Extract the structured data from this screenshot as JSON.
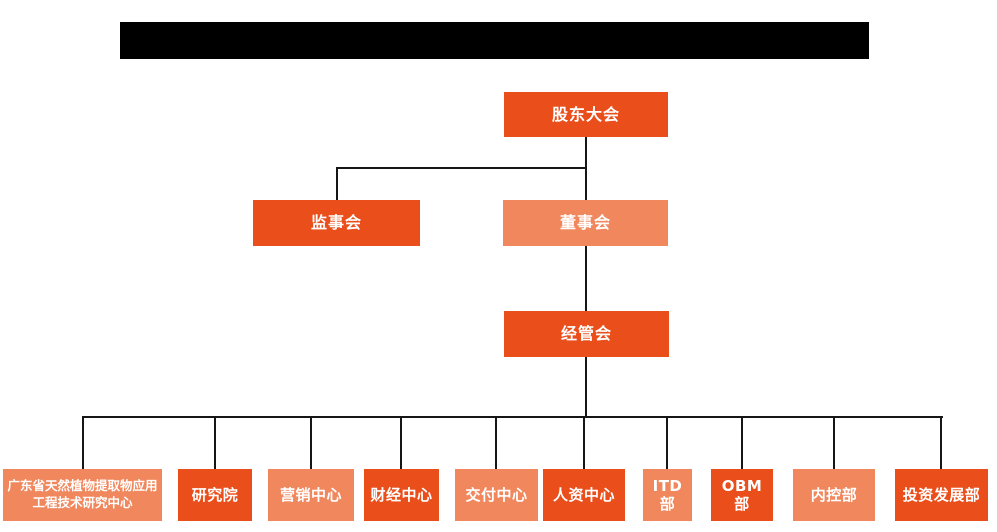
{
  "colors": {
    "primary": "#E94E1B",
    "secondary": "#F0875D",
    "connector": "#161616",
    "redacted_bar": "#000000",
    "node_text": "#FFFFFF",
    "background": "#FFFFFF"
  },
  "org": {
    "shareholders": {
      "label": "股东大会"
    },
    "supervisory": {
      "label": "监事会"
    },
    "board": {
      "label": "董事会"
    },
    "management": {
      "label": "经管会"
    },
    "departments": [
      {
        "label": "广东省天然植物提取物应用工程技术研究中心"
      },
      {
        "label": "研究院"
      },
      {
        "label": "营销中心"
      },
      {
        "label": "财经中心"
      },
      {
        "label": "交付中心"
      },
      {
        "label": "人资中心"
      },
      {
        "label": "ITD部"
      },
      {
        "label": "OBM部"
      },
      {
        "label": "内控部"
      },
      {
        "label": "投资发展部"
      }
    ]
  }
}
